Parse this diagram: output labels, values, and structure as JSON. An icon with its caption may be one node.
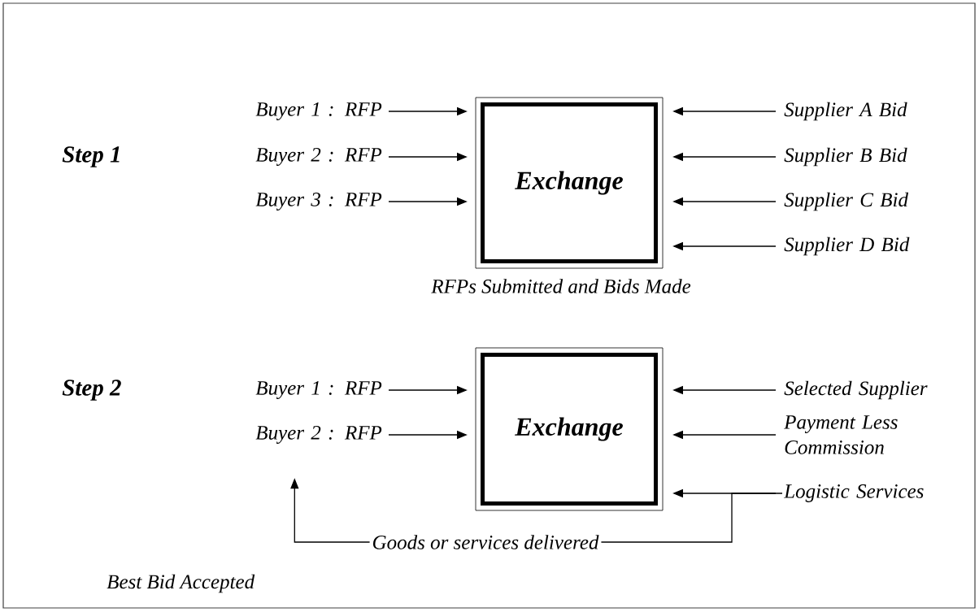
{
  "diagram": {
    "nodes": [
      {
        "text": [
          "Exchange"
        ],
        "beside": [
          "RFPs Submitted and Bids Made"
        ]
      },
      {
        "text": [
          "Buyer 1 : RFP"
        ]
      },
      {
        "text": [
          "Buyer 2 : RFP"
        ]
      },
      {
        "text": [
          "Buyer 3 : RFP"
        ]
      },
      {
        "text": [
          "Supplier A Bid"
        ]
      },
      {
        "text": [
          "Supplier B Bid"
        ]
      },
      {
        "text": [
          "Supplier C Bid"
        ]
      },
      {
        "text": [
          "Supplier D Bid"
        ]
      },
      {
        "text": [
          "Exchange"
        ]
      },
      {
        "text": [
          "Buyer 1 : RFP"
        ]
      },
      {
        "text": [
          "Buyer 2 : RFP"
        ]
      },
      {
        "text": [
          "Selected Supplier"
        ]
      },
      {
        "text": [
          "Payment Less Commission"
        ]
      },
      {
        "text": [
          "Logistic Services"
        ]
      }
    ],
    "edges": [
      {
        "from": 1,
        "to": 0,
        "arrow": "to"
      },
      {
        "from": 2,
        "to": 0,
        "arrow": "to"
      },
      {
        "from": 3,
        "to": 0,
        "arrow": "to"
      },
      {
        "from": 4,
        "to": 0,
        "arrow": "to"
      },
      {
        "from": 5,
        "to": 0,
        "arrow": "to"
      },
      {
        "from": 6,
        "to": 0,
        "arrow": "to"
      },
      {
        "from": 7,
        "to": 0,
        "arrow": "to"
      },
      {
        "from": 9,
        "to": 8,
        "arrow": "to"
      },
      {
        "from": 10,
        "to": 8,
        "arrow": "to"
      },
      {
        "from": 11,
        "to": 8,
        "arrow": "to"
      },
      {
        "from": 12,
        "to": 8,
        "arrow": "to"
      },
      {
        "from": 13,
        "to": 8,
        "arrow": "to"
      },
      {
        "from": 13,
        "to": 10,
        "arrow": "to",
        "label": "Goods or services delivered"
      }
    ],
    "labels": [
      "Step 1",
      "Step 2",
      "Best Bid Accepted"
    ]
  }
}
